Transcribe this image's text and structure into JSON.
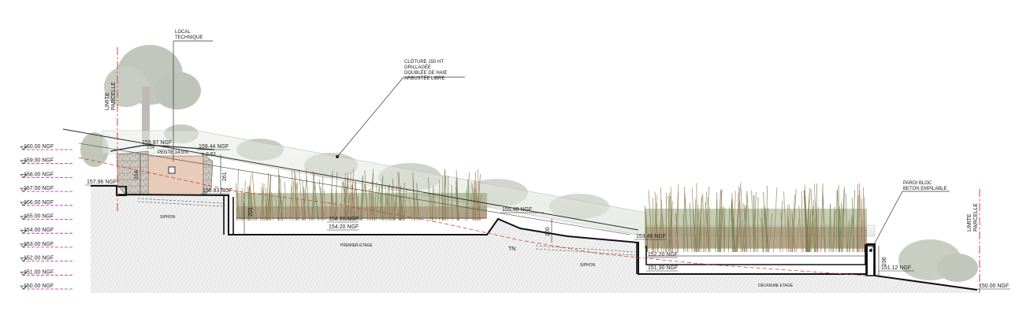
{
  "scale_levels": [
    "160.00 NGF",
    "159.00 NGF",
    "158.00 NGF",
    "157.00 NGF",
    "156.00 NGF",
    "155.00 NGF",
    "154.00 NGF",
    "153.00 NGF",
    "152.00 NGF",
    "151.00 NGF",
    "150.00 NGF"
  ],
  "labels": {
    "local_technique": [
      "LOCAL",
      "TECHNIQUE"
    ],
    "cloture": [
      "CLÔTURE 150 HT",
      "GRILLAGÉE",
      "DOUBLÉE DE HAIE",
      "ARBUSTÉE LIBRE"
    ],
    "limite_left": [
      "LIMITE",
      "PARCELLE"
    ],
    "limite_right": [
      "LIMITE",
      "PARCELLE"
    ],
    "paroi": [
      "PAROI BLOC",
      "BETON EMPILABLE"
    ],
    "pente": "PENTE 14.5%",
    "siphon1": "SIPHON",
    "siphon2": "SIPHON",
    "premier_etage": "PREMIER ETAGE",
    "deuxieme_etage": "DEUXIEME ETAGE",
    "tn": "TN"
  },
  "elevations": {
    "e159_97": "159.97 NGF",
    "e159_44": "159.44 NGF",
    "plus_2_61": "+ 2.61",
    "e157_96": "157.96 NGF",
    "e156_83": "156.83 NGF",
    "e155_48": "155.48 NGF",
    "e154_80": "154.80 NGF",
    "e154_20": "154.20 NGF",
    "e153_48": "153.48 NGF",
    "e152_20": "152.20 NGF",
    "e151_30": "151.30 NGF",
    "e151_12": "151.12 NGF",
    "e150_00": "150.00 NGF"
  },
  "dimensions": {
    "d314": "314",
    "d261": "261",
    "d203": "203",
    "d200": "200",
    "d236": "236",
    "d3_14": "3.14"
  },
  "colors": {
    "terrain_line": "#111111",
    "ground_hatch": "#d9d9d9",
    "building": "#e8cbb8",
    "grass": "#6d7d4a",
    "reed": "#9b7b5a",
    "tn_dash": "#d04040",
    "limit_line": "#d04040",
    "scale_marker": "#b2289a"
  }
}
